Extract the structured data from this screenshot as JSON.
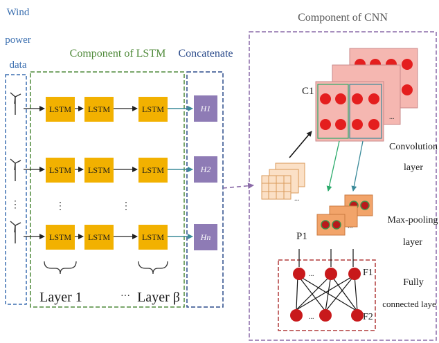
{
  "labels": {
    "wind_data_line1": "Wind",
    "wind_data_line2": "power",
    "wind_data_line3": "data",
    "lstm_component": "Component of LSTM",
    "concatenate": "Concatenate",
    "cnn_component": "Component of CNN",
    "layer_1": "Layer 1",
    "layer_beta_dots": "···",
    "layer_beta": "Layer β",
    "c1": "C1",
    "p1": "P1",
    "f1": "F1",
    "f2": "F2",
    "convolution_line1": "Convolution",
    "convolution_line2": "layer",
    "maxpool_line1": "Max-pooling",
    "maxpool_line2": "layer",
    "fully_line1": "Fully",
    "fully_line2": "connected laye"
  },
  "lstm_rows": [
    {
      "cells": [
        "LSTM",
        "LSTM",
        "LSTM"
      ],
      "output": "H1"
    },
    {
      "cells": [
        "LSTM",
        "LSTM",
        "LSTM"
      ],
      "output": "H2"
    },
    {
      "cells": [
        "LSTM",
        "LSTM",
        "LSTM"
      ],
      "output": "Hn"
    }
  ],
  "colors": {
    "lstm_box": "#f2b100",
    "h_box": "#8e7bb5",
    "wind_frame": "#3b6fb0",
    "lstm_frame": "#4f8a3a",
    "concat_frame": "#2a4a8a",
    "cnn_frame": "#8a6aa8",
    "fc_frame": "#b03a3a",
    "feature_map": "#f5b7b1",
    "feature_dot": "#e41e1e",
    "pool_map": "#f2a46a",
    "neuron": "#c8191b"
  },
  "icons": [
    "wind-turbine-icon",
    "feature-map-icon",
    "neuron-icon"
  ]
}
